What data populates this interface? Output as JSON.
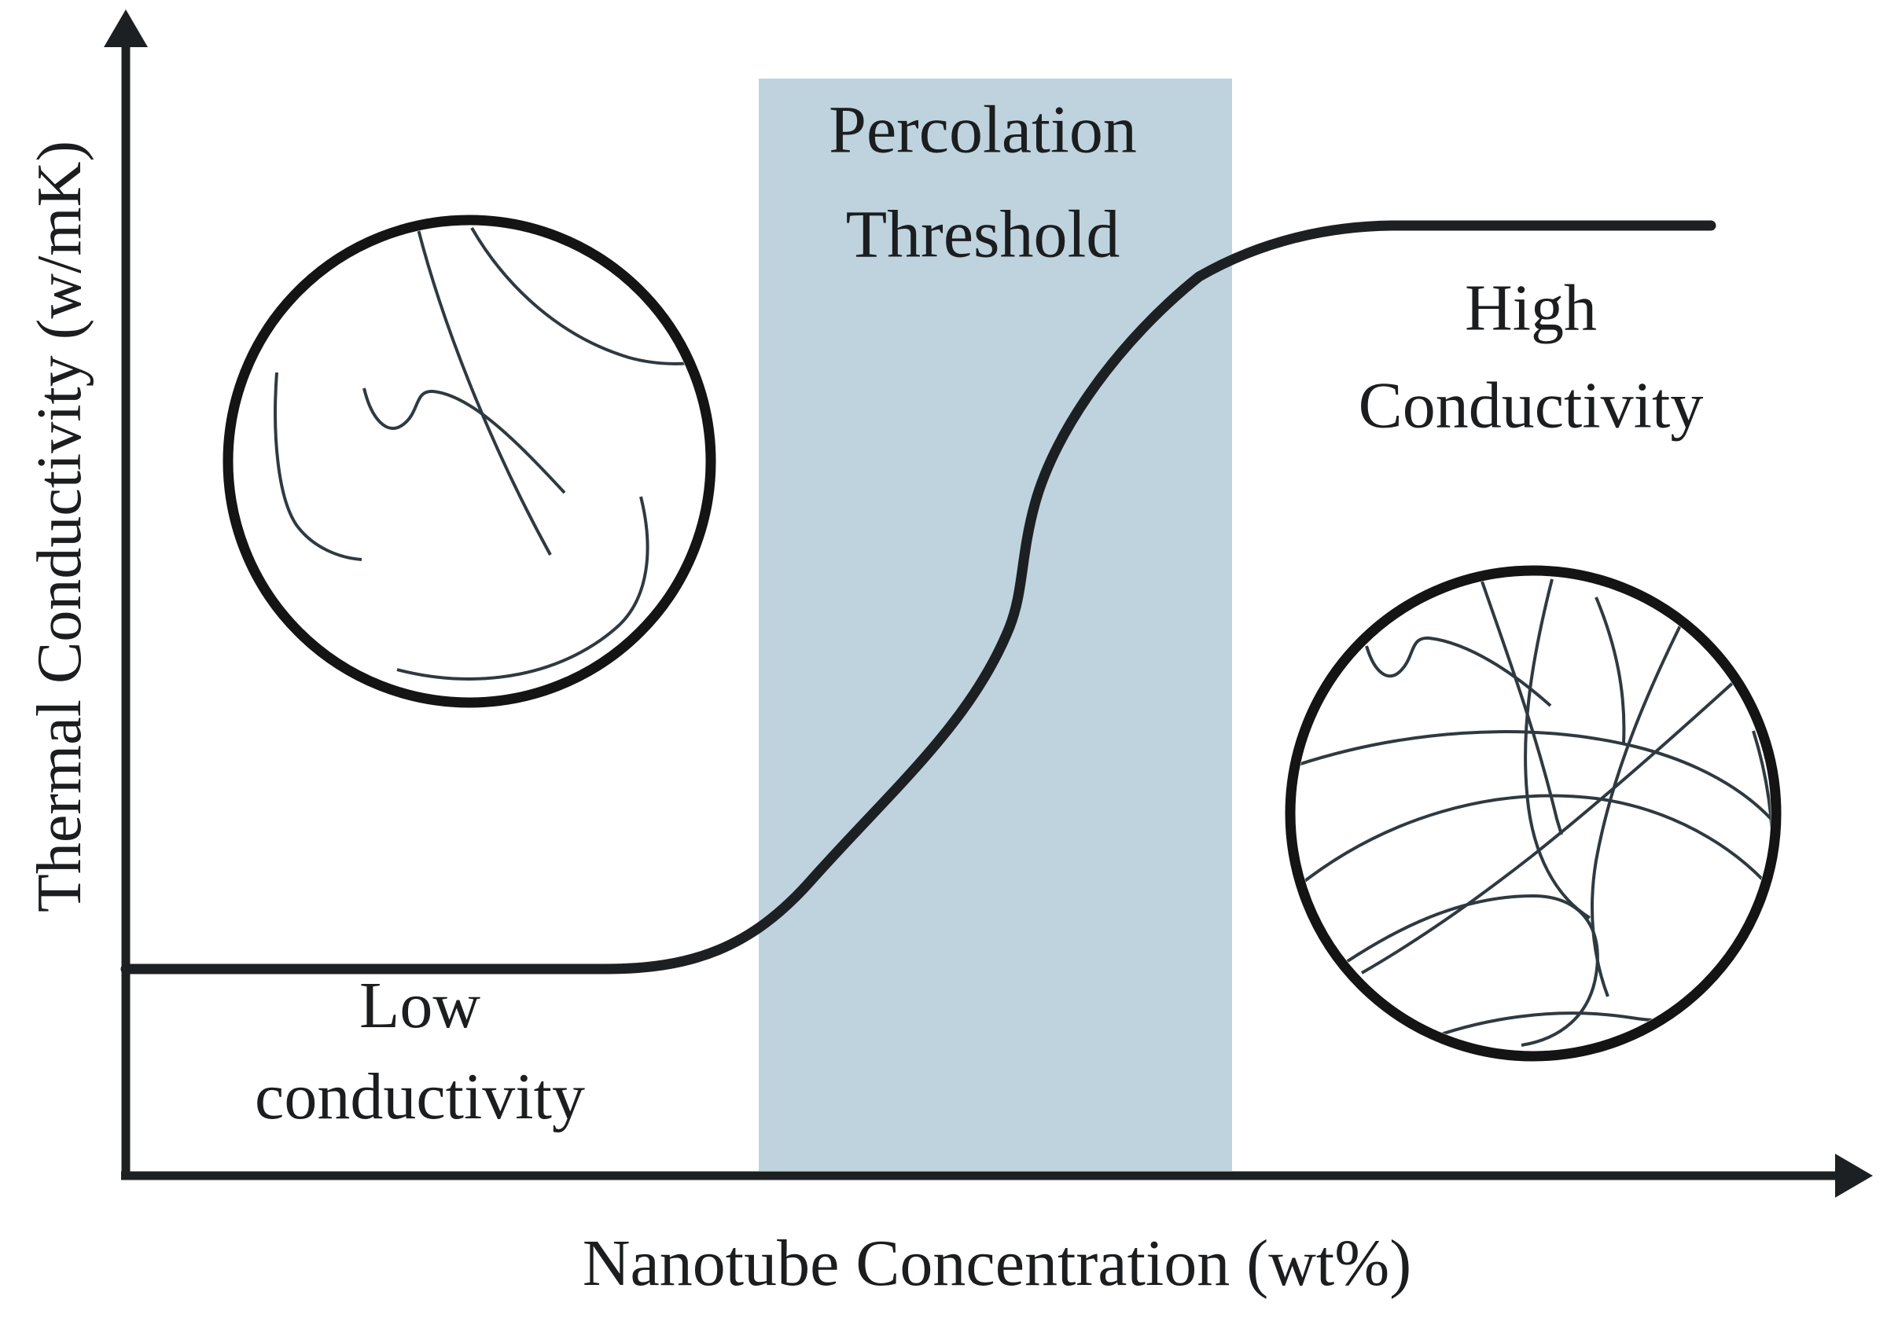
{
  "figure": {
    "description": "Conceptual diagram of percolation threshold in nanotube composites",
    "background_color": "#ffffff",
    "ink_color": "#1d2023",
    "band_color": "#bed3dd",
    "strand_color": "#2e3a40"
  },
  "axes": {
    "x_label": "Nanotube Concentration (wt%)",
    "y_label": "Thermal Conductivity (w/mK)"
  },
  "labels": {
    "band_line1": "Percolation",
    "band_line2": "Threshold",
    "low_line1": "Low",
    "low_line2": "conductivity",
    "high_line1": "High",
    "high_line2": "Conductivity"
  },
  "insets": {
    "left": {
      "meaning": "sparse nanotube network below percolation threshold",
      "strand_count": 5
    },
    "right": {
      "meaning": "dense interconnected nanotube network above percolation threshold",
      "strand_count": 11
    }
  },
  "chart_data": {
    "type": "line",
    "title": "",
    "xlabel": "Nanotube Concentration (wt%)",
    "ylabel": "Thermal Conductivity (w/mK)",
    "x_axis": {
      "min": 0,
      "max": 1,
      "ticks": [],
      "note": "qualitative axis, no numeric tick labels shown"
    },
    "y_axis": {
      "min": 0,
      "max": 1,
      "ticks": [],
      "note": "qualitative axis, no numeric tick labels shown"
    },
    "grid": false,
    "legend": "none",
    "series": [
      {
        "name": "thermal conductivity vs nanotube concentration (sigmoid)",
        "x": [
          0.0,
          0.28,
          0.36,
          0.42,
          0.47,
          0.51,
          0.53,
          0.58,
          0.65,
          0.7,
          0.91
        ],
        "y": [
          0.21,
          0.21,
          0.24,
          0.36,
          0.47,
          0.62,
          0.75,
          0.86,
          0.96,
          1.0,
          1.0
        ]
      }
    ],
    "regions": [
      {
        "label": "Percolation Threshold",
        "x_start": 0.36,
        "x_end": 0.64,
        "fill": "#bed3dd"
      }
    ],
    "annotations": [
      "Percolation Threshold",
      "Low conductivity",
      "High Conductivity"
    ]
  }
}
